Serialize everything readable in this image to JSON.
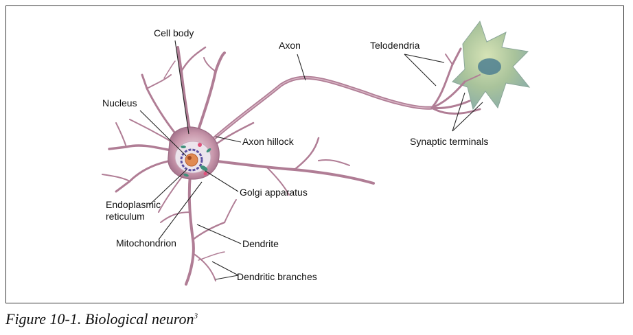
{
  "labels": {
    "cell_body": "Cell body",
    "axon": "Axon",
    "telodendria": "Telodendria",
    "nucleus": "Nucleus",
    "axon_hillock": "Axon hillock",
    "synaptic_terminals": "Synaptic terminals",
    "golgi_apparatus": "Golgi apparatus",
    "endoplasmic_1": "Endoplasmic",
    "endoplasmic_2": "reticulum",
    "mitochondrion": "Mitochondrion",
    "dendrite": "Dendrite",
    "dendritic_branches": "Dendritic branches"
  },
  "caption": {
    "text": "Figure 10-1. Biological neuron",
    "footnote": "3"
  },
  "colors": {
    "neuron": "#b07d95",
    "neuron_light": "#d9b7c6",
    "target_cell": "#a8c8a0",
    "target_nucleus": "#4e7f90",
    "leader": "#222222"
  }
}
